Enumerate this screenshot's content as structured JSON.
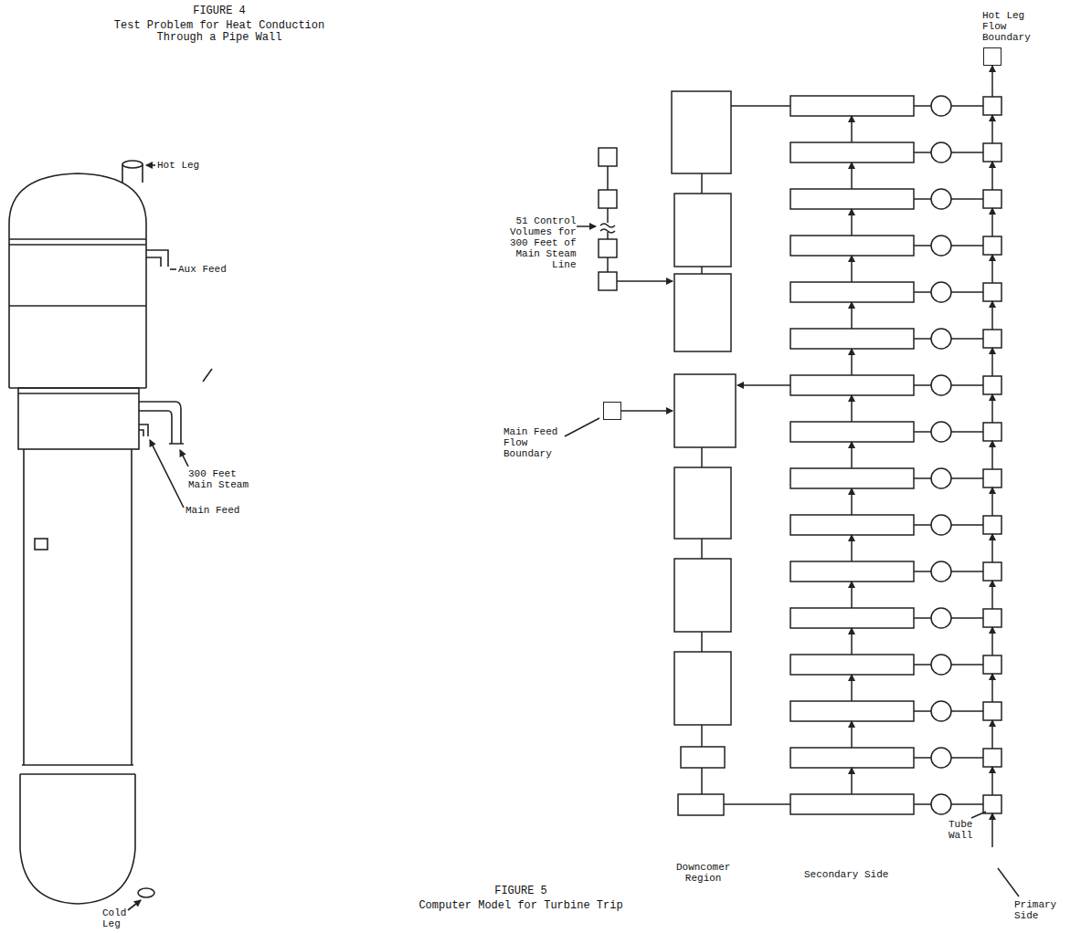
{
  "diagram": {
    "title": "Test Problem for Heat Conduction Through a Pipe Wall",
    "caption": "Computer Model for Turbine Trip",
    "nodes": [
      {
        "text": [
          "Hot Leg Flow Boundary"
        ]
      },
      {
        "text": [
          "Main Feed Flow Boundary"
        ]
      }
    ],
    "labels": [
      "FIGURE 4",
      "FIGURE 5",
      "Hot Leg",
      "Aux Feed",
      "300 Feet Main Steam",
      "Main Feed",
      "Cold Leg",
      "51 Control Volumes for 300 Feet of Main Steam Line",
      "Downcomer Region",
      "Secondary Side",
      "Tube Wall",
      "Primary Side"
    ]
  }
}
